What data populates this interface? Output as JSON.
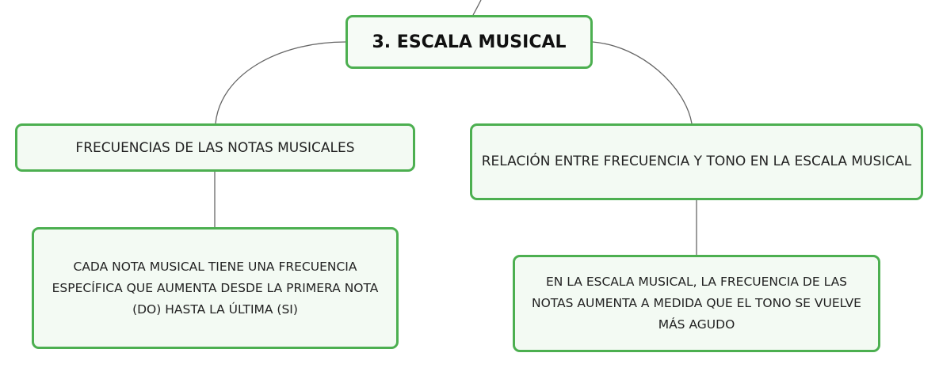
{
  "root": {
    "label": "3. ESCALA MUSICAL"
  },
  "topics": {
    "left": {
      "label": "FRECUENCIAS DE LAS NOTAS MUSICALES",
      "detail": "CADA NOTA MUSICAL TIENE UNA FRECUENCIA ESPECÍFICA QUE AUMENTA DESDE LA PRIMERA NOTA (DO) HASTA LA ÚLTIMA (SI)"
    },
    "right": {
      "label": "RELACIÓN ENTRE FRECUENCIA Y TONO EN LA ESCALA MUSICAL",
      "detail": "EN LA ESCALA MUSICAL, LA FRECUENCIA DE LAS NOTAS AUMENTA A MEDIDA QUE EL TONO SE VUELVE MÁS AGUDO"
    }
  },
  "colors": {
    "node_border": "#4caf50",
    "node_fill": "#f3faf3",
    "connector": "#666666",
    "text": "#222222"
  }
}
